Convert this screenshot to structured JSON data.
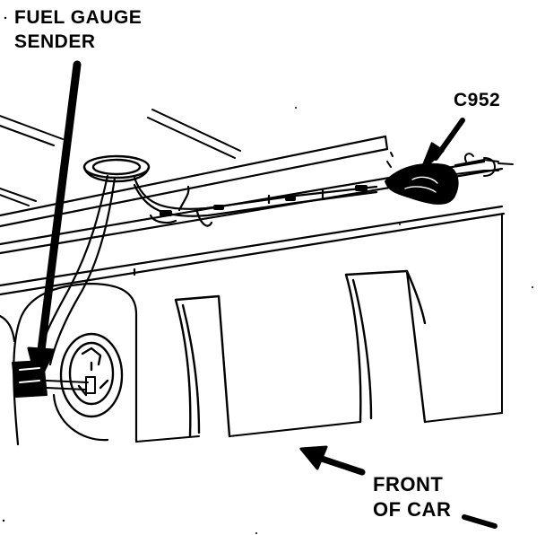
{
  "labels": {
    "fuel_gauge_sender": [
      "FUEL GAUGE",
      "SENDER"
    ],
    "connector": "C952",
    "direction": [
      "FRONT",
      "OF CAR"
    ]
  },
  "colors": {
    "ink": "#000000",
    "paper": "#ffffff"
  }
}
